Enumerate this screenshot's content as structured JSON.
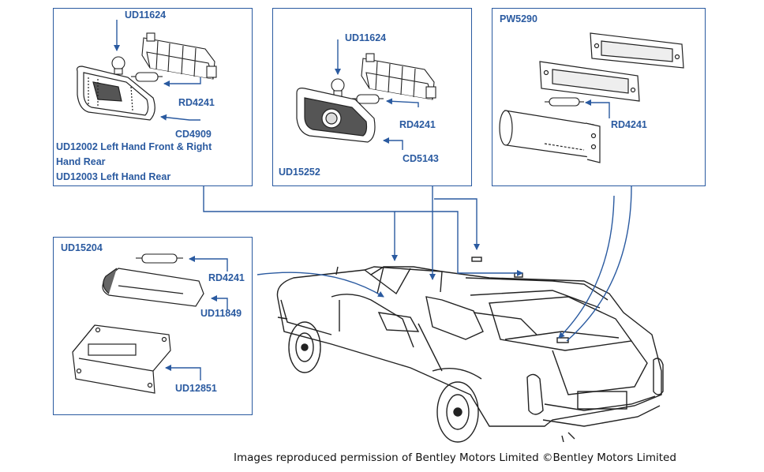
{
  "panels": {
    "front_side_lamp": {
      "bulb_ref": "UD11624",
      "festoon_ref": "RD4241",
      "lens_ref": "CD4909",
      "caption_1": "UD12002 Left Hand Front & Right",
      "caption_2": "Hand Rear",
      "caption_3": "UD12003 Left Hand Rear"
    },
    "rear_side_lamp": {
      "bulb_ref": "UD11624",
      "festoon_ref": "RD4241",
      "lens_ref": "CD5143",
      "caption": "UD15252"
    },
    "boot_lamp": {
      "title": "PW5290",
      "festoon_ref": "RD4241"
    },
    "interior_lamp": {
      "title": "UD15204",
      "festoon_ref": "RD4241",
      "lens_ref": "UD11849",
      "bracket_ref": "UD12851"
    }
  },
  "colors": {
    "accent": "#2a5aa0",
    "line_art": "#222222"
  },
  "footer": {
    "credit": "Images reproduced permission of Bentley Motors Limited ©Bentley Motors Limited"
  }
}
